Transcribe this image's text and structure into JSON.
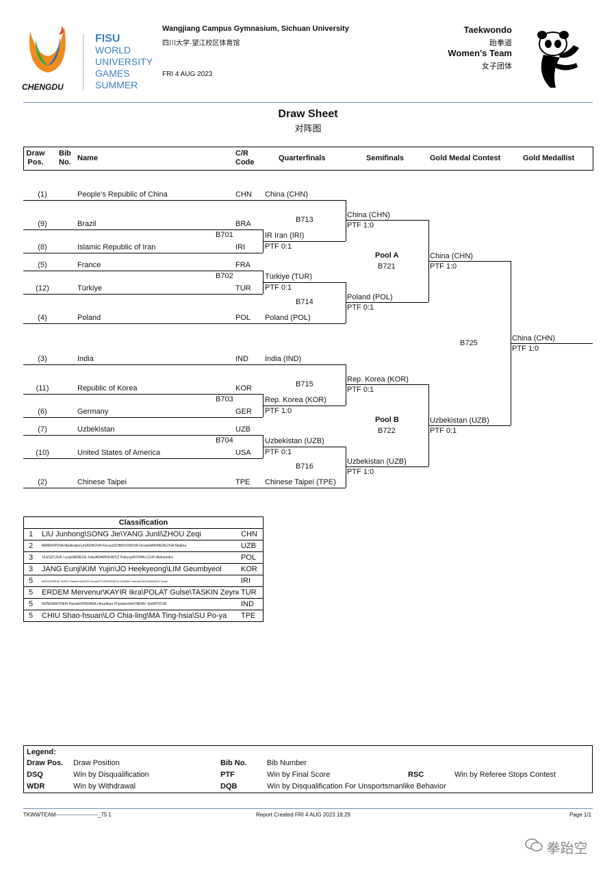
{
  "header": {
    "city": "CHENGDU",
    "games_lines": [
      "FISU",
      "WORLD",
      "UNIVERSITY",
      "GAMES",
      "SUMMER"
    ],
    "venue": "Wangjiang Campus Gymnasium, Sichuan University",
    "venue_cn": "四川大学·望江校区体育馆",
    "date": "FRI 4 AUG 2023",
    "sport": "Taekwondo",
    "sport_cn": "跆拳道",
    "event": "Women's Team",
    "event_cn": "女子团体"
  },
  "title": "Draw Sheet",
  "title_cn": "对阵图",
  "columns": {
    "draw_pos": [
      "Draw",
      "Pos."
    ],
    "bib_no": [
      "Bib",
      "No."
    ],
    "name": "Name",
    "cr_code": [
      "C/R",
      "Code"
    ],
    "quarterfinals": "Quarterfinals",
    "semifinals": "Semifinals",
    "gold_medal_contest": "Gold Medal Contest",
    "gold_medallist": "Gold Medallist"
  },
  "entries": [
    {
      "pos": "(1)",
      "name": "People's Republic of China",
      "code": "CHN"
    },
    {
      "pos": "(9)",
      "name": "Brazil",
      "code": "BRA"
    },
    {
      "pos": "(8)",
      "name": "Islamic Republic of Iran",
      "code": "IRI"
    },
    {
      "pos": "(5)",
      "name": "France",
      "code": "FRA"
    },
    {
      "pos": "(12)",
      "name": "Türkiye",
      "code": "TUR"
    },
    {
      "pos": "(4)",
      "name": "Poland",
      "code": "POL"
    },
    {
      "pos": "(3)",
      "name": "India",
      "code": "IND"
    },
    {
      "pos": "(11)",
      "name": "Republic of Korea",
      "code": "KOR"
    },
    {
      "pos": "(6)",
      "name": "Germany",
      "code": "GER"
    },
    {
      "pos": "(7)",
      "name": "Uzbekistan",
      "code": "UZB"
    },
    {
      "pos": "(10)",
      "name": "United States of America",
      "code": "USA"
    },
    {
      "pos": "(2)",
      "name": "Chinese Taipei",
      "code": "TPE"
    }
  ],
  "bouts": {
    "b701": "B701",
    "b702": "B702",
    "b703": "B703",
    "b704": "B704",
    "b713": "B713",
    "b714": "B714",
    "b715": "B715",
    "b716": "B716",
    "b721": "B721",
    "b722": "B722",
    "b725": "B725"
  },
  "pools": {
    "a": "Pool A",
    "b": "Pool B"
  },
  "quarterfinals": {
    "chn": "China (CHN)",
    "iri": "IR Iran (IRI)",
    "iri_score": "PTF  0:1",
    "tur": "Türkiye (TUR)",
    "tur_score": "PTF  0:1",
    "pol": "Poland (POL)",
    "ind": "India (IND)",
    "kor": "Rep. Korea (KOR)",
    "kor_score": "PTF  1:0",
    "uzb": "Uzbekistan (UZB)",
    "uzb_score": "PTF  0:1",
    "tpe": "Chinese Taipei (TPE)"
  },
  "semifinals": {
    "chn": "China (CHN)",
    "chn_score": "PTF  1:0",
    "pol": "Poland (POL)",
    "pol_score": "PTF  0:1",
    "kor": "Rep. Korea (KOR)",
    "kor_score": "PTF  0:1",
    "uzb": "Uzbekistan (UZB)",
    "uzb_score": "PTF  1:0"
  },
  "gold_contest": {
    "chn": "China (CHN)",
    "chn_score": "PTF  1:0",
    "uzb": "Uzbekistan (UZB)",
    "uzb_score": "PTF  0:1"
  },
  "gold_medallist": {
    "name": "China (CHN)",
    "score": "PTF  1:0"
  },
  "classification": {
    "title": "Classification",
    "rows": [
      {
        "rank": "1",
        "names": "LIU Junhong\\SONG Jie\\YANG Junli\\ZHOU Zeqi",
        "code": "CHN",
        "small": false
      },
      {
        "rank": "2",
        "names": "MANNOPOVA Madinabonu\\SADIKOVA Feruza\\SOBIRJONOVA Ozoda\\MIRABZALOVA Madina",
        "code": "UZB",
        "small": true
      },
      {
        "rank": "3",
        "names": "OLESZCZUK Lucja\\SEREDA Julia\\ADAMKIEWICZ Patrycja\\KOWALCZUK Aleksandra",
        "code": "POL",
        "small": true
      },
      {
        "rank": "3",
        "names": "JANG Eunji\\KIM Yujin\\JO Heekyeong\\LIM Geumbyeol",
        "code": "KOR",
        "small": false
      },
      {
        "rank": "5",
        "names": "MIRHOSSEINI VARSJ Maedeh\\NASEH Kosar\\POURESMAEILI KARANI Zahra\\KHACHKANDEH Sahel",
        "code": "IRI",
        "small": true
      },
      {
        "rank": "5",
        "names": "ERDEM Mervenur\\KAYIR Ikra\\POLAT Gulse\\TASKIN Zeynep",
        "code": "TUR",
        "small": false
      },
      {
        "rank": "5",
        "names": "NONGMAITHEM Paredio\\PREMRAJ Ananthya Priyadarshini\\YADAV Jyoti\\POOJA",
        "code": "IND",
        "small": true
      },
      {
        "rank": "5",
        "names": "CHIU Shao-hsuan\\LO Chia-ling\\MA Ting-hsia\\SU Po-ya",
        "code": "TPE",
        "small": false
      }
    ]
  },
  "legend": {
    "title": "Legend:",
    "items": [
      {
        "key": "Draw Pos.",
        "value": "Draw Position"
      },
      {
        "key": "Bib No.",
        "value": "Bib Number"
      },
      {
        "key": "DSQ",
        "value": "Win by Disqualification"
      },
      {
        "key": "PTF",
        "value": "Win by Final Score"
      },
      {
        "key": "RSC",
        "value": "Win by Referee Stops Contest"
      },
      {
        "key": "WDR",
        "value": "Win by Withdrawal"
      },
      {
        "key": "DQB",
        "value": "Win by Disqualification For Unsportsmanlike Behavior"
      }
    ]
  },
  "footer": {
    "left": "TKWWTEAM-----------------------_75 1",
    "center": "Report Created FRI 4 AUG 2023 18:29",
    "right": "Page 1/1",
    "watermark": "拳跆空"
  },
  "colors": {
    "logo_orange": "#f08a1c",
    "logo_green": "#3aa845",
    "logo_blue": "#2b6fb8",
    "fisu_blue": "#3a7fc3",
    "rule_blue": "#6f8fb0"
  }
}
